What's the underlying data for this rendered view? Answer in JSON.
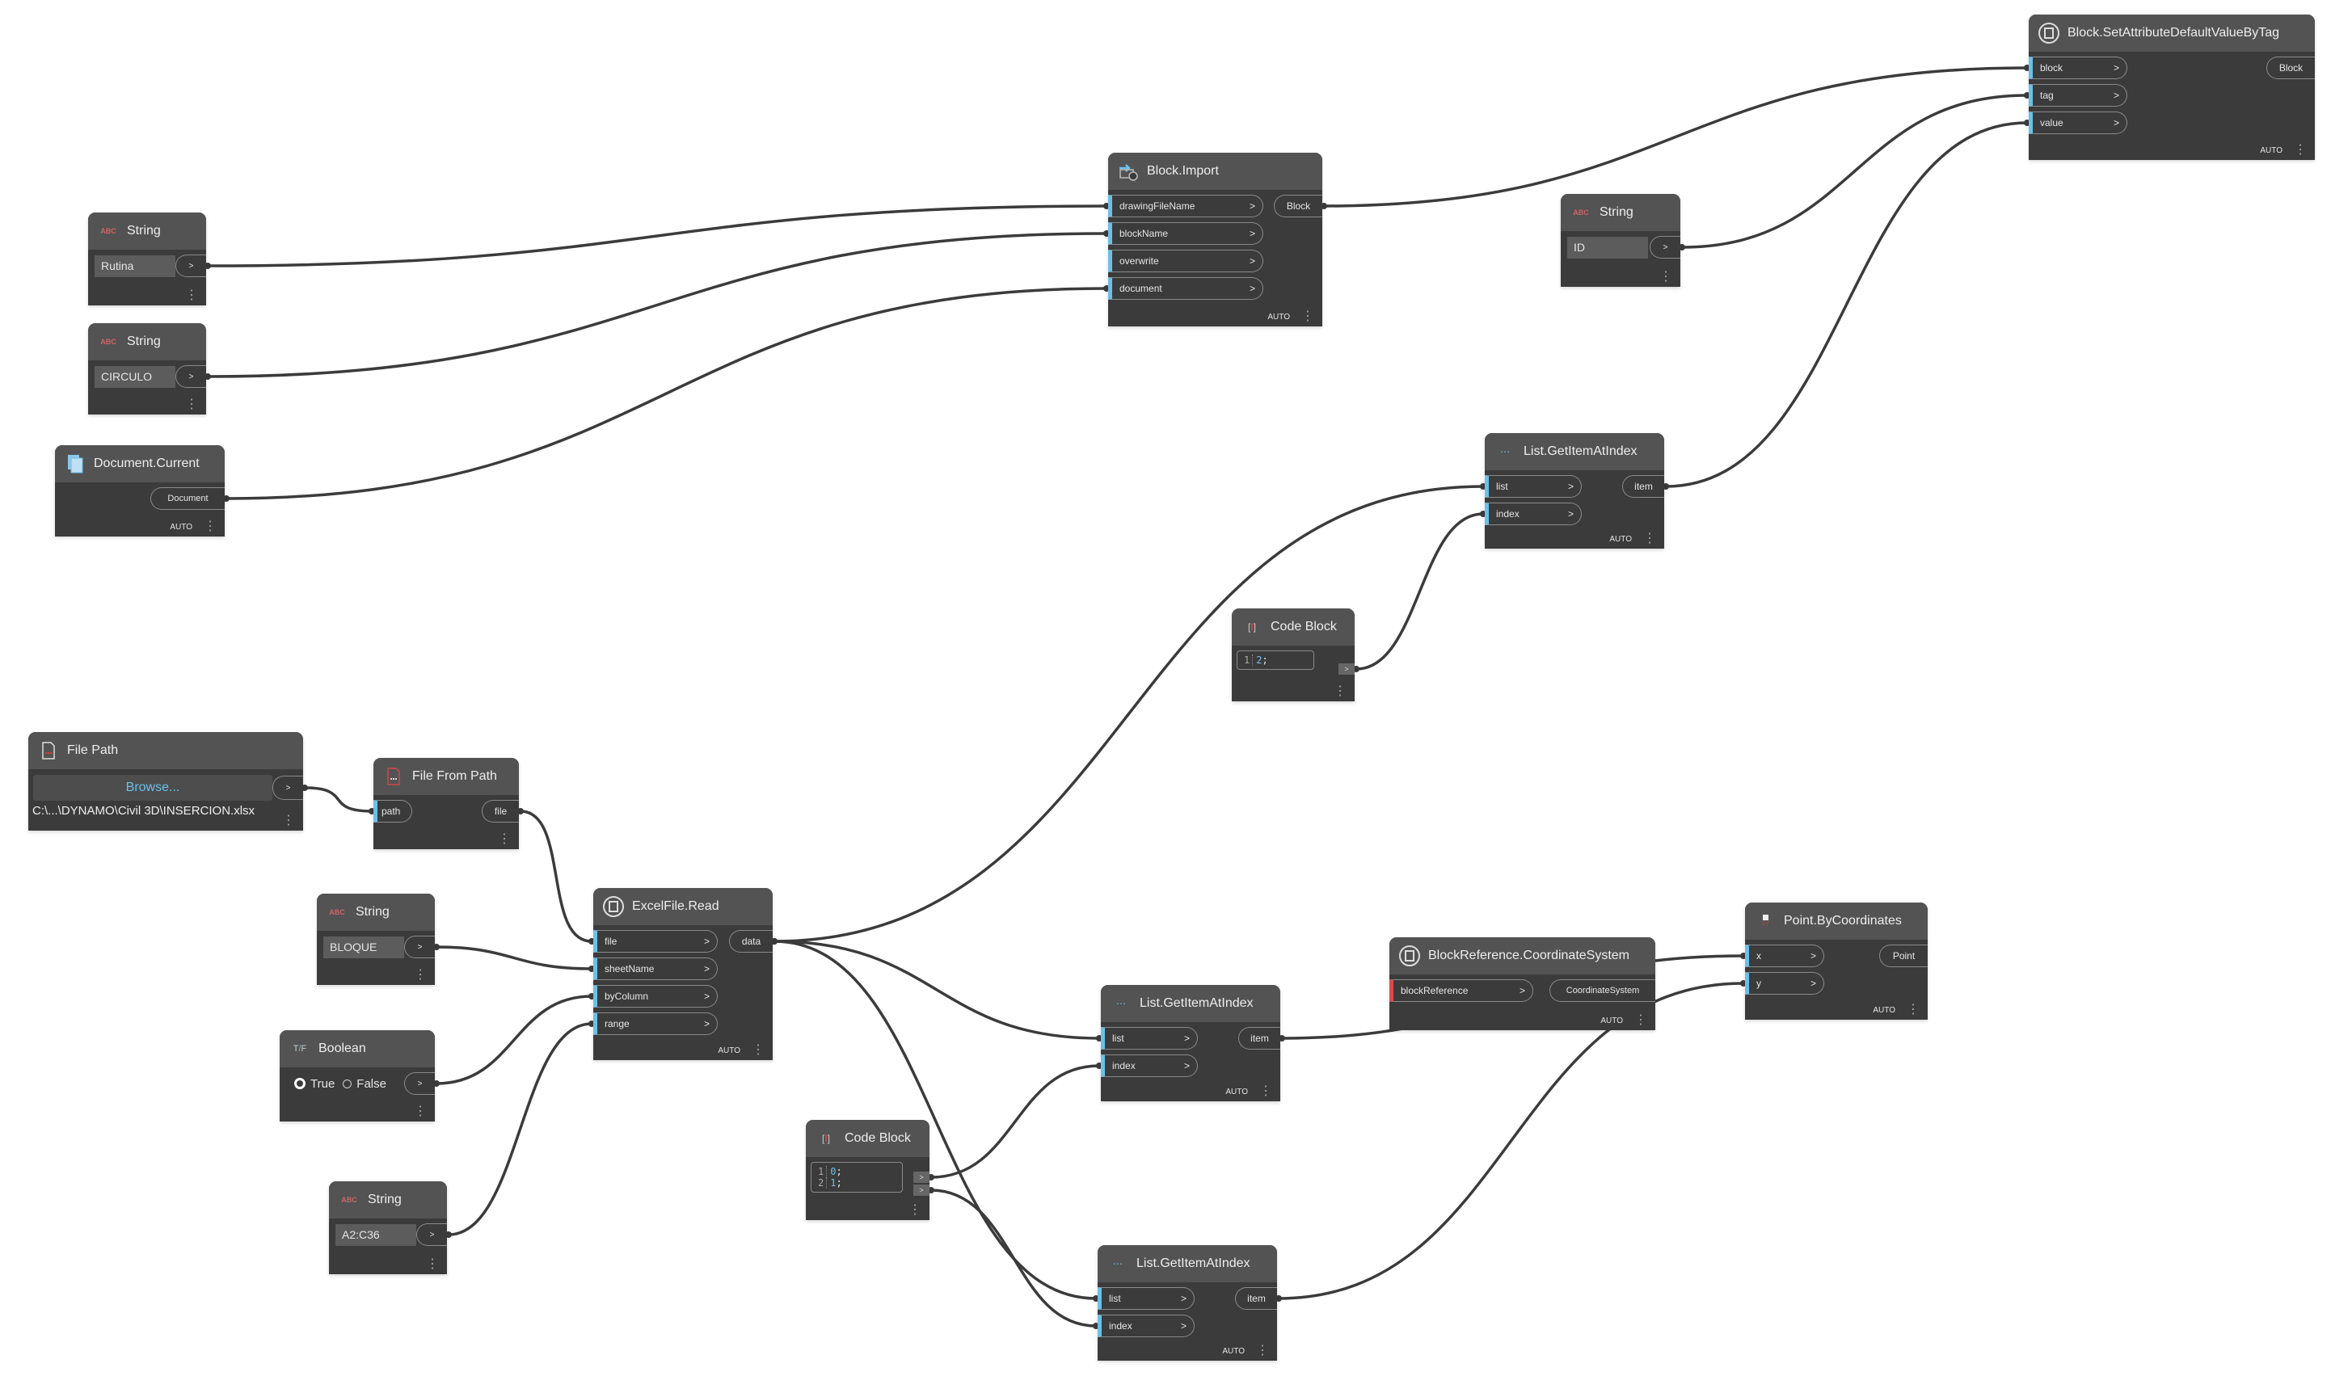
{
  "common": {
    "auto": "AUTO",
    "arrow": ">",
    "menu": "⋮"
  },
  "set_attr": {
    "title": "Block.SetAttributeDefaultValueByTag",
    "inputs": [
      "block",
      "tag",
      "value"
    ],
    "output": "Block"
  },
  "block_import": {
    "title": "Block.Import",
    "inputs": [
      "drawingFileName",
      "blockName",
      "overwrite",
      "document"
    ],
    "output": "Block"
  },
  "string_id": {
    "title": "String",
    "icon_text": "ABC",
    "value": "ID"
  },
  "string_rutina": {
    "title": "String",
    "icon_text": "ABC",
    "value": "Rutina"
  },
  "string_circulo": {
    "title": "String",
    "icon_text": "ABC",
    "value": "CIRCULO"
  },
  "document_current": {
    "title": "Document.Current",
    "output": "Document"
  },
  "list_top": {
    "title": "List.GetItemAtIndex",
    "inputs": [
      "list",
      "index"
    ],
    "output": "item"
  },
  "code_top": {
    "title": "Code Block",
    "lines": [
      {
        "n": "1",
        "v": "2",
        "end": ";"
      }
    ]
  },
  "file_path": {
    "title": "File Path",
    "browse": "Browse...",
    "path": "C:\\...\\DYNAMO\\Civil 3D\\INSERCION.xlsx"
  },
  "file_from_path": {
    "title": "File From Path",
    "input": "path",
    "output": "file"
  },
  "excel_read": {
    "title": "ExcelFile.Read",
    "inputs": [
      "file",
      "sheetName",
      "byColumn",
      "range"
    ],
    "output": "data"
  },
  "string_bloque": {
    "title": "String",
    "icon_text": "ABC",
    "value": "BLOQUE"
  },
  "boolean": {
    "title": "Boolean",
    "true_label": "True",
    "false_label": "False",
    "selected": "True"
  },
  "string_range": {
    "title": "String",
    "icon_text": "ABC",
    "value": "A2:C36"
  },
  "code_bottom": {
    "title": "Code Block",
    "lines": [
      {
        "n": "1",
        "v": "0",
        "end": ";"
      },
      {
        "n": "2",
        "v": "1",
        "end": ";"
      }
    ]
  },
  "list_mid": {
    "title": "List.GetItemAtIndex",
    "inputs": [
      "list",
      "index"
    ],
    "output": "item"
  },
  "list_bot": {
    "title": "List.GetItemAtIndex",
    "inputs": [
      "list",
      "index"
    ],
    "output": "item"
  },
  "blockref_cs": {
    "title": "BlockReference.CoordinateSystem",
    "input": "blockReference",
    "output": "CoordinateSystem"
  },
  "point_bc": {
    "title": "Point.ByCoordinates",
    "icon_text": "XY",
    "inputs": [
      "x",
      "y"
    ],
    "output": "Point"
  },
  "colors": {
    "port_accent": "#6ac0e8",
    "port_missing": "#e0494a",
    "node_body": "#3b3b3b",
    "node_header": "#535353",
    "wire": "#3b3b3b",
    "link": "#6ac0e8"
  }
}
